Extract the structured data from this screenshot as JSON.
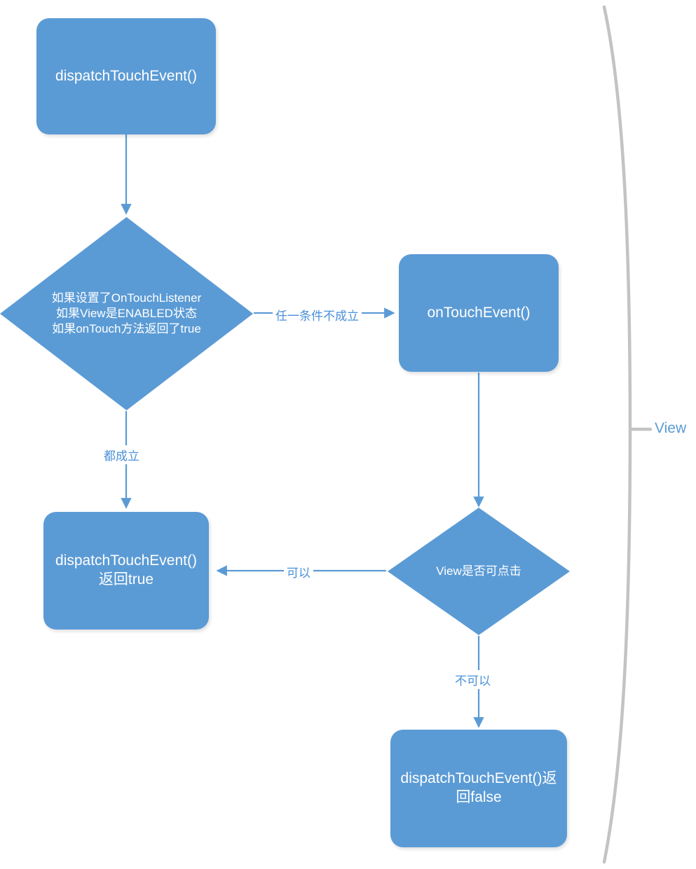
{
  "diagram": {
    "title": "Android View dispatchTouchEvent flowchart",
    "background_color": "#ffffff",
    "node_fill_color": "#5B9BD5",
    "node_text_color": "#ffffff",
    "edge_color": "#5B9BD5",
    "edge_label_color": "#4A90D9",
    "brace_color": "#C3C3C3",
    "nodes": [
      {
        "id": "dispatch-touch-event",
        "type": "process",
        "label": "dispatchTouchEvent()"
      },
      {
        "id": "listener-conditions",
        "type": "decision",
        "label": "如果设置了OnTouchListener\n如果View是ENABLED状态\n如果onTouch方法返回了true"
      },
      {
        "id": "on-touch-event",
        "type": "process",
        "label": "onTouchEvent()"
      },
      {
        "id": "dispatch-return-true",
        "type": "process",
        "label": "dispatchTouchEvent()\n返回true"
      },
      {
        "id": "view-clickable",
        "type": "decision",
        "label": "View是否可点击"
      },
      {
        "id": "dispatch-return-false",
        "type": "process",
        "label": "dispatchTouchEvent()返\n回false"
      }
    ],
    "edge_labels": [
      {
        "id": "any-condition-false",
        "text": "任一条件不成立"
      },
      {
        "id": "all-conditions-true",
        "text": "都成立"
      },
      {
        "id": "clickable-yes",
        "text": "可以"
      },
      {
        "id": "clickable-no",
        "text": "不可以"
      }
    ],
    "annotation": {
      "brace_label": "View"
    }
  }
}
